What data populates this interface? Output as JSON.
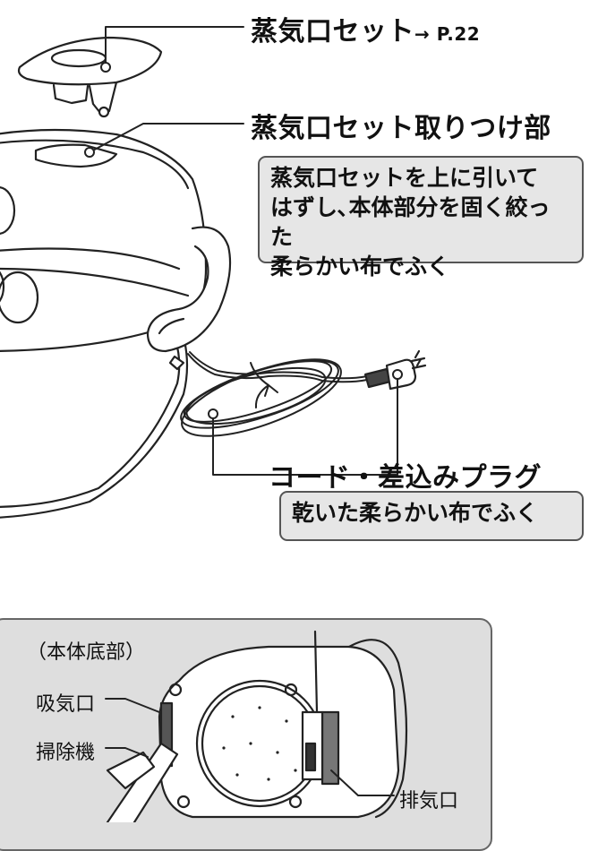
{
  "labels": {
    "steam_set": "蒸気口セット",
    "steam_set_arrow": "→ ",
    "steam_set_ref": "P.22",
    "steam_mount": "蒸気口セット取りつけ部",
    "cord_plug": "コード・差込みプラグ",
    "base_title": "（本体底部）",
    "intake": "吸気口",
    "vacuum": "掃除機",
    "exhaust": "排気口"
  },
  "notes": {
    "steam_mount_line1": "蒸気口セットを上に引いて",
    "steam_mount_line2": "はずし､本体部分を固く絞った",
    "steam_mount_line3": "柔らかい布でふく",
    "cord": "乾いた柔らかい布でふく"
  },
  "colors": {
    "note_bg": "#e6e6e6",
    "panel_bg": "#dedede",
    "line": "#222222"
  }
}
